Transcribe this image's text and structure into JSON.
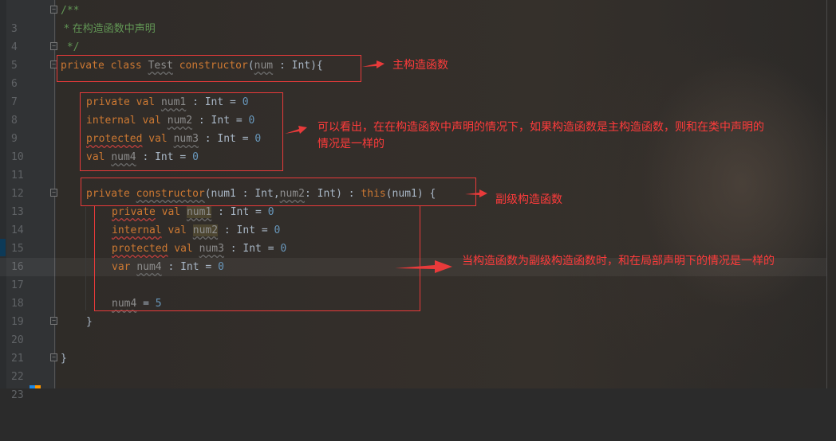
{
  "editor": {
    "language": "Kotlin",
    "current_line": 17,
    "lines": [
      {
        "n": "3",
        "text": "/**"
      },
      {
        "n": "4",
        "text": " * 在构造函数中声明"
      },
      {
        "n": "5",
        "text": " */"
      },
      {
        "n": "6",
        "text": "private class Test constructor(num : Int){"
      },
      {
        "n": "7",
        "text": ""
      },
      {
        "n": "8",
        "text": "    private val num1 : Int = 0"
      },
      {
        "n": "9",
        "text": "    internal val num2 : Int = 0"
      },
      {
        "n": "10",
        "text": "    protected val num3 : Int = 0"
      },
      {
        "n": "11",
        "text": "    val num4 : Int = 0"
      },
      {
        "n": "12",
        "text": ""
      },
      {
        "n": "13",
        "text": "    private constructor(num1 : Int,num2: Int) : this(num1) {"
      },
      {
        "n": "14",
        "text": "        private val num1 : Int = 0"
      },
      {
        "n": "15",
        "text": "        internal val num2 : Int = 0"
      },
      {
        "n": "16",
        "text": "        protected val num3 : Int = 0"
      },
      {
        "n": "17",
        "text": "        var num4 : Int = 0"
      },
      {
        "n": "18",
        "text": ""
      },
      {
        "n": "19",
        "text": "        num4 = 5"
      },
      {
        "n": "20",
        "text": "    }"
      },
      {
        "n": "21",
        "text": ""
      },
      {
        "n": "22",
        "text": "}"
      },
      {
        "n": "23",
        "text": ""
      }
    ],
    "tokens": {
      "comment_open": "/**",
      "comment_body": " * 在构造函数中声明",
      "comment_close": " */",
      "private": "private",
      "class": "class",
      "internal": "internal",
      "protected": "protected",
      "val": "val",
      "var": "var",
      "constructor": "constructor",
      "this": "this",
      "class_name": "Test",
      "param_num": "num",
      "num1": "num1",
      "num2": "num2",
      "num3": "num3",
      "num4": "num4",
      "type_sep": " : Int",
      "assign_zero_op": " = ",
      "zero": "0",
      "five": "5",
      "open_paren": "(",
      "close_brace_paren": " : Int){",
      "ctor_mid1": " : Int,",
      "ctor_mid2": ": Int) : ",
      "ctor_end": "(num1) {",
      "close_brace": "}"
    }
  },
  "annotations": {
    "primary_ctor": "主构造函数",
    "class_decl_note_line1": "可以看出，在在构造函数中声明的情况下，如果构造函数是主构造函数，则和在类中声明的",
    "class_decl_note_line2": "情况是一样的",
    "secondary_ctor": "副级构造函数",
    "secondary_note": "当构造函数为副级构造函数时，和在局部声明下的情况是一样的",
    "color": "#ff3b3b"
  },
  "colors": {
    "keyword": "#cc7832",
    "comment": "#629755",
    "identifier": "#a9b7c6",
    "number": "#6897bb",
    "line_number": "#606366",
    "gutter_bg": "#313335",
    "editor_bg": "#2b2b2b"
  }
}
